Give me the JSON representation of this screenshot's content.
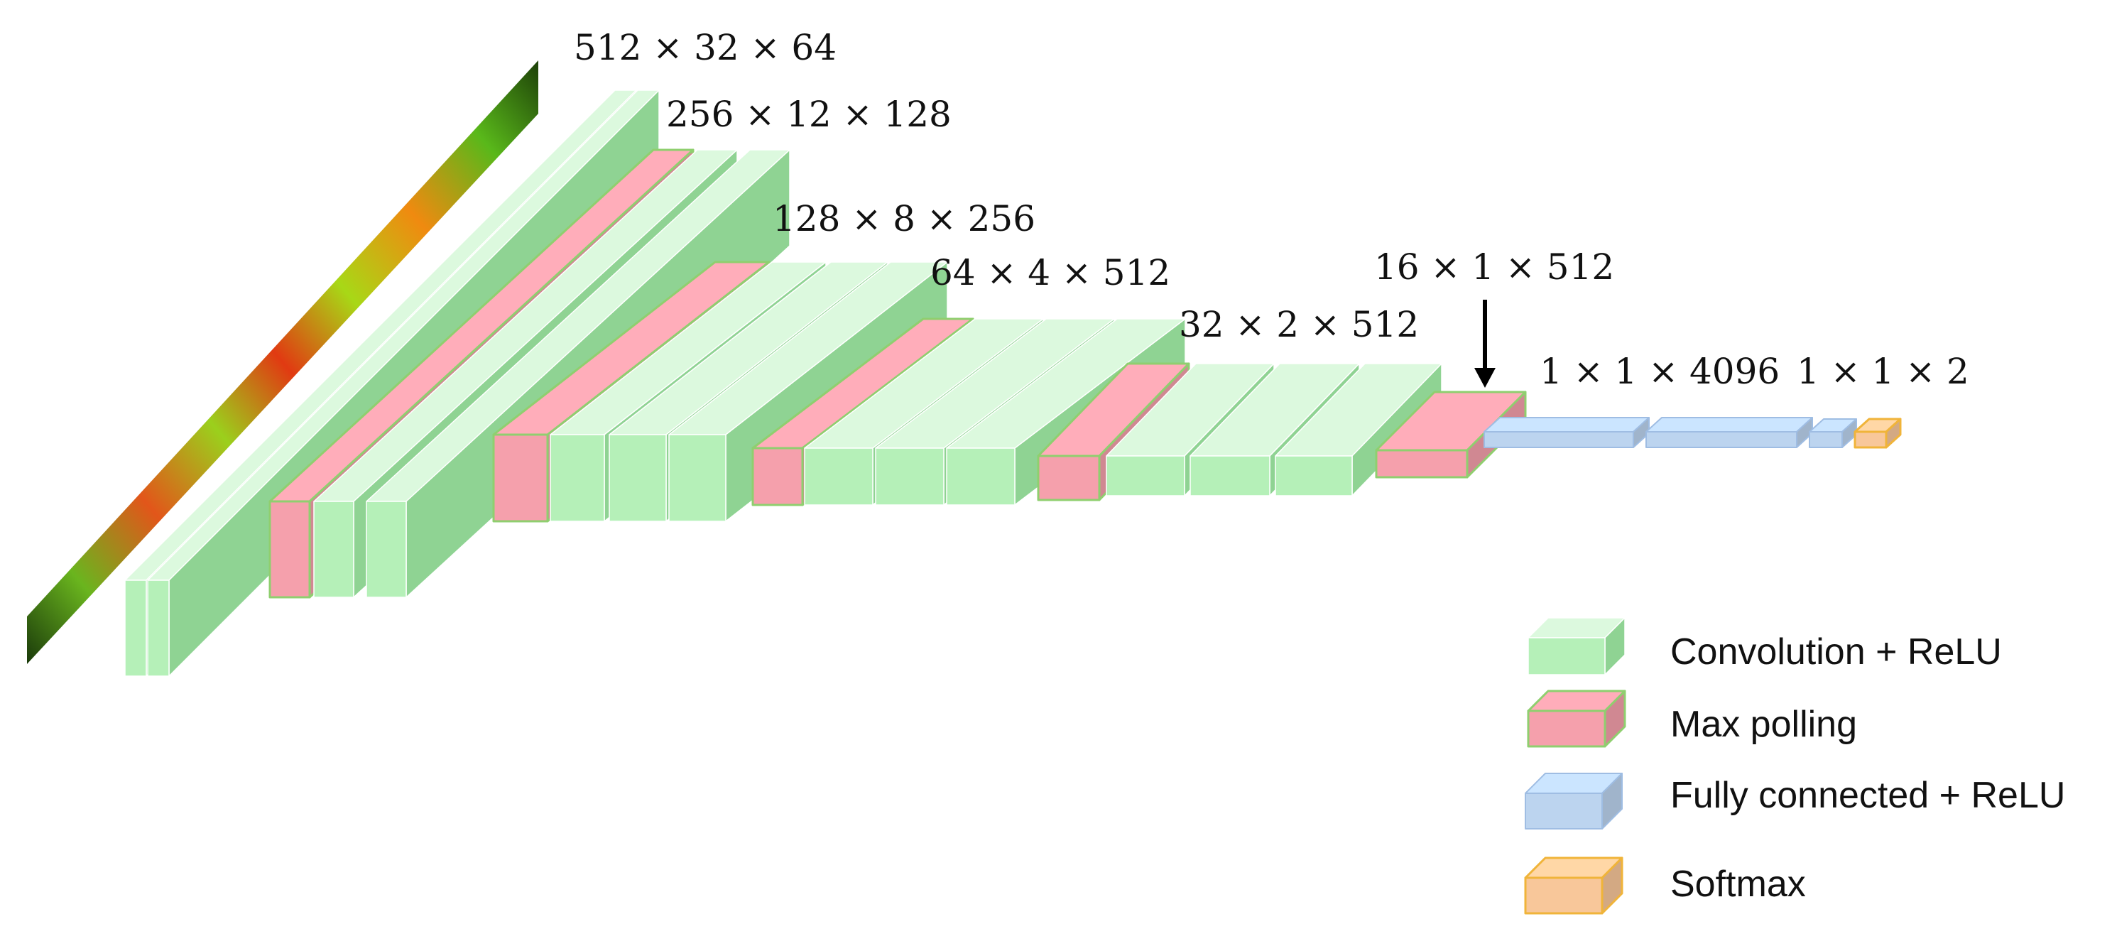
{
  "dimension_labels": {
    "l1": "512 × 32 × 64",
    "l2": "256 × 12 × 128",
    "l3": "128 × 8 × 256",
    "l4": "64 × 4 × 512",
    "l5": "32 × 2 × 512",
    "l6": "16 × 1 × 512",
    "l7": "1 × 1 × 4096",
    "l8": "1 × 1 × 2"
  },
  "legend": {
    "conv": "Convolution + ReLU",
    "pool": "Max polling",
    "fc": "Fully connected + ReLU",
    "softmax": "Softmax"
  },
  "colors": {
    "conv": "#b5f0b8",
    "pool": "#f5a0ac",
    "fc": "#bcd4ef",
    "softmax": "#f8c79a",
    "pool_border": "#8fcf6f",
    "softmax_border": "#f0b43a"
  }
}
